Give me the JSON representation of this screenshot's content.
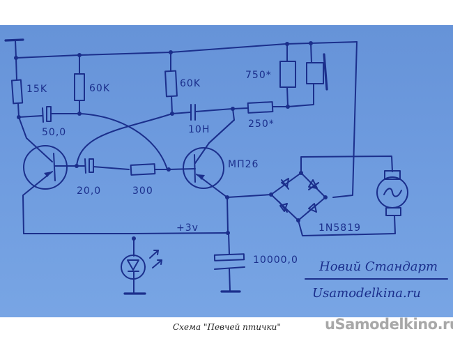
{
  "diagram": {
    "title": "Схема \"Певчей птички\"",
    "watermark": "uSamodelkino.ru",
    "colors": {
      "paper": "#6a98dc",
      "ink": "#1b2f8c",
      "background": "#ffffff"
    },
    "components": {
      "r1": {
        "type": "resistor",
        "label": "15K"
      },
      "r2": {
        "type": "resistor",
        "label": "60K"
      },
      "r3": {
        "type": "resistor",
        "label": "60K"
      },
      "r4": {
        "type": "resistor",
        "label": "750*"
      },
      "r5": {
        "type": "resistor",
        "label": "250*"
      },
      "r6": {
        "type": "resistor",
        "label": "300"
      },
      "c1": {
        "type": "electrolytic-capacitor",
        "label": "50,0"
      },
      "c2": {
        "type": "capacitor",
        "label": "10H"
      },
      "c3": {
        "type": "electrolytic-capacitor",
        "label": "20,0"
      },
      "c4": {
        "type": "electrolytic-capacitor",
        "label": "10000,0"
      },
      "q1": {
        "type": "pnp-transistor",
        "label": ""
      },
      "q2": {
        "type": "pnp-transistor",
        "label": "МП26"
      },
      "bridge": {
        "type": "diode-bridge",
        "label": "1N5819"
      },
      "gen": {
        "type": "ac-generator",
        "label": ""
      },
      "speaker": {
        "type": "speaker",
        "label": ""
      },
      "led": {
        "type": "led",
        "label": ""
      },
      "supply": {
        "label": "+3v"
      }
    },
    "signature": {
      "line1": "Новий Стандарт",
      "line2": "Usamodelkina.ru"
    }
  }
}
